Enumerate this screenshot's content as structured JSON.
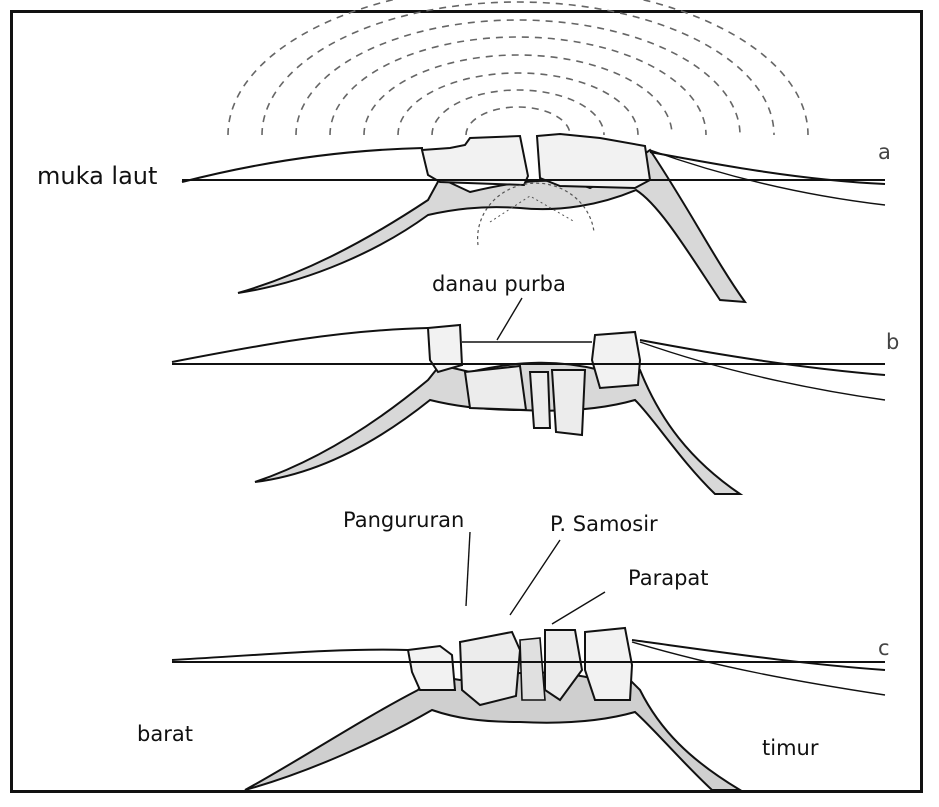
{
  "labels": {
    "sea_level": "muka laut",
    "ancient_lake": "danau purba",
    "pangururan": "Pangururan",
    "samosir": "P. Samosir",
    "parapat": "Parapat",
    "west": "barat",
    "east": "timur"
  },
  "stages": {
    "a": "a",
    "b": "b",
    "c": "c"
  }
}
